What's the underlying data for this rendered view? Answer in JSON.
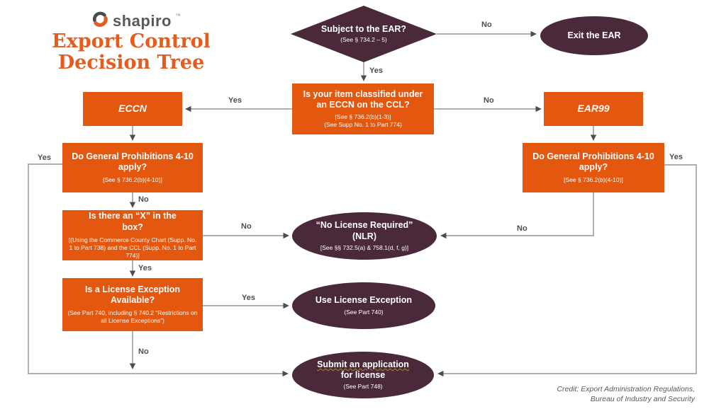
{
  "brand": {
    "logo_text": "shapiro",
    "trademark": "™"
  },
  "title": {
    "line1": "Export Control",
    "line2": "Decision Tree"
  },
  "colors": {
    "box_orange": "#E3570E",
    "shape_maroon": "#4A2A3A",
    "title_orange": "#E65C1E",
    "logo_gray": "#58595B",
    "line_gray": "#7f7f7f",
    "label_gray": "#4d4d4d"
  },
  "nodes": {
    "subject_ear": {
      "title": "Subject to the EAR?",
      "subtext": "(See § 734.2 – 5)"
    },
    "exit_ear": {
      "title": "Exit the EAR"
    },
    "eccn_question": {
      "title": "Is your item classified under an ECCN on the CCL?",
      "subtext1": "[See § 736.2(b)(1-3)]",
      "subtext2": "(See Supp No. 1 to Part 774)"
    },
    "eccn": {
      "title": "ECCN"
    },
    "ear99": {
      "title": "EAR99"
    },
    "prohibitions_left": {
      "title": "Do General Prohibitions 4-10 apply?",
      "subtext": "[See § 736.2(b)(4-10)]"
    },
    "prohibitions_right": {
      "title": "Do General Prohibitions 4-10 apply?",
      "subtext": "[See § 736.2(b)(4-10)]"
    },
    "x_in_box": {
      "title": "Is there an “X” in the box?",
      "subtext": "[(Using the Commerce County Chart (Supp. No. 1 to Part 738) and the CCL (Supp. No. 1 to Part 774)]"
    },
    "nlr": {
      "title_line1": "“No License Required”",
      "title_line2": "(NLR)",
      "subtext": "[See §§ 732.5(a) & 758.1(d, f, g)]"
    },
    "license_exception": {
      "title": "Is a License Exception Available?",
      "subtext": "(See Part 740, including § 740.2 “Restrictions on all License Exceptions”)"
    },
    "use_exception": {
      "title": "Use License Exception",
      "subtext": "(See Part 740)"
    },
    "submit_application": {
      "title_line1": "Submit an application",
      "title_line2": "for license",
      "subtext": "(See Part 748)"
    }
  },
  "edge_labels": {
    "diamond_no": "No",
    "diamond_yes": "Yes",
    "eccn_yes": "Yes",
    "ear99_no": "No",
    "prohib_left_yes": "Yes",
    "prohib_left_no": "No",
    "xbox_no": "No",
    "prohib_right_no": "No",
    "prohib_right_yes": "Yes",
    "xbox_yes": "Yes",
    "license_yes": "Yes",
    "license_no": "No"
  },
  "credit": {
    "line1": "Credit: Export Administration Regulations,",
    "line2": "Bureau of Industry and Security"
  }
}
